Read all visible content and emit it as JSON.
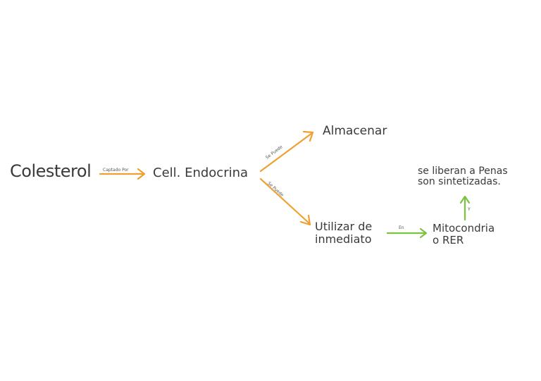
{
  "nodes": {
    "colesterol": "Colesterol",
    "cell_endocrina": "Cell. Endocrina",
    "almacenar": "Almacenar",
    "utilizar": "Utilizar de\ninmediato",
    "mitocondria": "Mitocondria\no RER",
    "liberan": "se liberan a Penas\nson sintetizadas."
  },
  "edge_labels": {
    "colesterol_to_cell": "Captado Por",
    "cell_to_almacenar": "Se Puede",
    "cell_to_utilizar": "Se Puede",
    "utilizar_to_mito": "En",
    "mito_to_liberan": "Y"
  },
  "colors": {
    "orange": "#f0a030",
    "green": "#7cc241",
    "text": "#3a3a3a"
  }
}
